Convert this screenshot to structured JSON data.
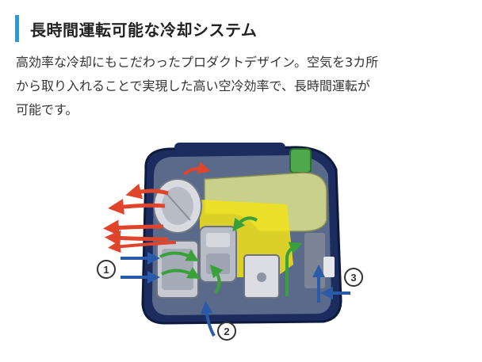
{
  "section": {
    "title": "長時間運転可能な冷却システム"
  },
  "description": {
    "line1": "高効率な冷却にもこだわったプロダクトデザイン。空気を3カ所",
    "line2": "から取り入れることで実現した高い空冷効率で、長時間運転が",
    "line3": "可能です。"
  },
  "diagram": {
    "callouts": [
      "1",
      "2",
      "3"
    ],
    "colors": {
      "intake": "#2b5aa8",
      "exhaust": "#e0452c",
      "internal_flow": "#3aa13a",
      "housing": "#1c2c5e",
      "tank": "#c9d08c",
      "engine_highlight": "#f1e218"
    }
  }
}
